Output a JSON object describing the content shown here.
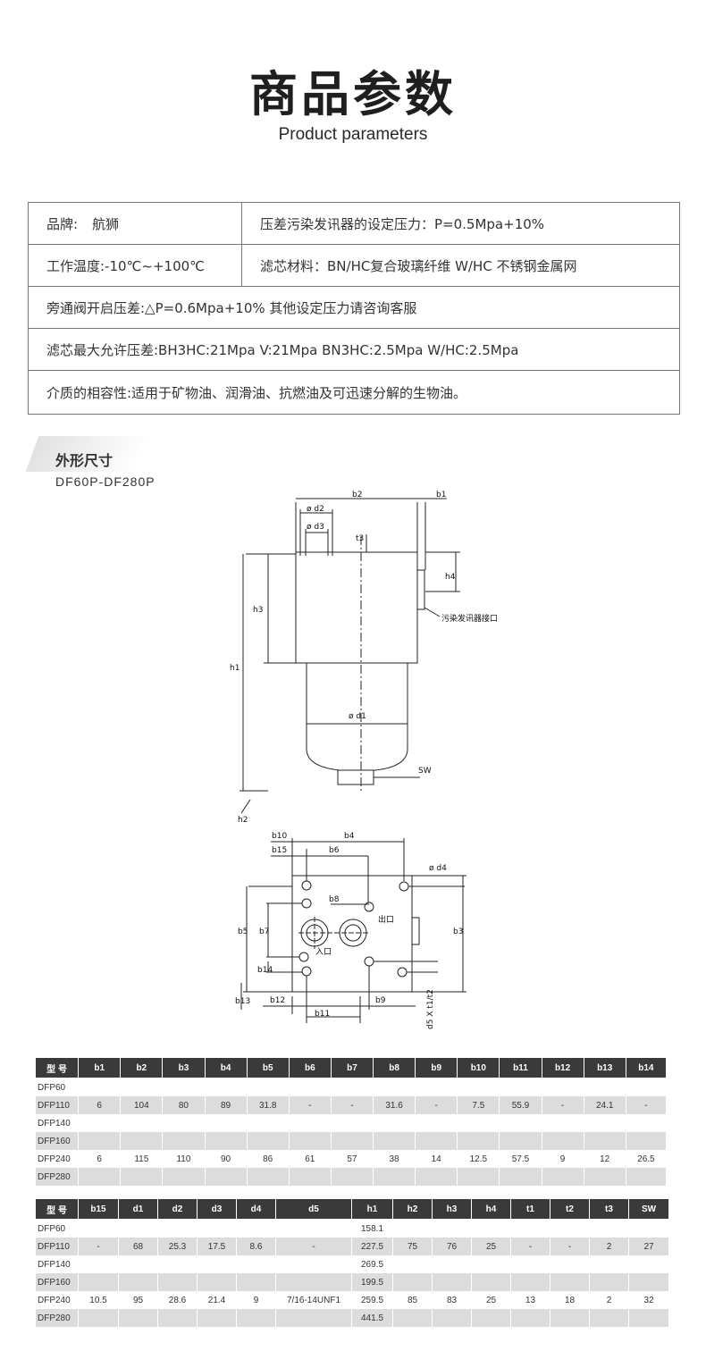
{
  "header": {
    "title": "商品参数",
    "subtitle": "Product parameters"
  },
  "params": {
    "brand_label": "品牌:",
    "brand_value": "航狮",
    "pressure_setting": "压差污染发讯器的设定压力：P=0.5Mpa+10%",
    "work_temp": "工作温度:-10℃~+100℃",
    "filter_material": "滤芯材料：BN/HC复合玻璃纤维   W/HC 不锈钢金属网",
    "bypass": "旁通阀开启压差:△P=0.6Mpa+10%  其他设定压力请咨询客服",
    "max_diff": "滤芯最大允许压差:BH3HC:21Mpa  V:21Mpa  BN3HC:2.5Mpa  W/HC:2.5Mpa",
    "compat": "介质的相容性:适用于矿物油、润滑油、抗燃油及可迅速分解的生物油。"
  },
  "dimensions": {
    "title": "外形尺寸",
    "model_range": "DF60P-DF280P"
  },
  "drawing": {
    "labels": {
      "b2": "b2",
      "b1": "b1",
      "d2": "ø d2",
      "d3": "ø d3",
      "t3": "t3",
      "h4": "h4",
      "h3": "h3",
      "h1": "h1",
      "d1": "ø d1",
      "sw": "SW",
      "h2": "h2",
      "port": "污染发讯器接口",
      "b10": "b10",
      "b4": "b4",
      "b15": "b15",
      "b6": "b6",
      "d4": "ø d4",
      "b8": "b8",
      "out": "出口",
      "b5": "b5",
      "b7": "b7",
      "b3": "b3",
      "in": "入口",
      "b14": "b14",
      "b13": "b13",
      "b12": "b12",
      "b9": "b9",
      "b11": "b11",
      "t1t2": "d5 X t1/t2"
    }
  },
  "table1": {
    "headers": [
      "型 号",
      "b1",
      "b2",
      "b3",
      "b4",
      "b5",
      "b6",
      "b7",
      "b8",
      "b9",
      "b10",
      "b11",
      "b12",
      "b13",
      "b14"
    ],
    "rows": [
      [
        "DFP60",
        "",
        "",
        "",
        "",
        "",
        "",
        "",
        "",
        "",
        "",
        "",
        "",
        "",
        ""
      ],
      [
        "DFP110",
        "6",
        "104",
        "80",
        "89",
        "31.8",
        "-",
        "-",
        "31.6",
        "-",
        "7.5",
        "55.9",
        "-",
        "24.1",
        "-"
      ],
      [
        "DFP140",
        "",
        "",
        "",
        "",
        "",
        "",
        "",
        "",
        "",
        "",
        "",
        "",
        "",
        ""
      ],
      [
        "DFP160",
        "",
        "",
        "",
        "",
        "",
        "",
        "",
        "",
        "",
        "",
        "",
        "",
        "",
        ""
      ],
      [
        "DFP240",
        "6",
        "115",
        "110",
        "90",
        "86",
        "61",
        "57",
        "38",
        "14",
        "12.5",
        "57.5",
        "9",
        "12",
        "26.5"
      ],
      [
        "DFP280",
        "",
        "",
        "",
        "",
        "",
        "",
        "",
        "",
        "",
        "",
        "",
        "",
        "",
        ""
      ]
    ]
  },
  "table2": {
    "headers": [
      "型 号",
      "b15",
      "d1",
      "d2",
      "d3",
      "d4",
      "d5",
      "h1",
      "h2",
      "h3",
      "h4",
      "t1",
      "t2",
      "t3",
      "SW"
    ],
    "rows": [
      [
        "DFP60",
        "",
        "",
        "",
        "",
        "",
        "",
        "158.1",
        "",
        "",
        "",
        "",
        "",
        "",
        ""
      ],
      [
        "DFP110",
        "-",
        "68",
        "25.3",
        "17.5",
        "8.6",
        "-",
        "227.5",
        "75",
        "76",
        "25",
        "-",
        "-",
        "2",
        "27"
      ],
      [
        "DFP140",
        "",
        "",
        "",
        "",
        "",
        "",
        "269.5",
        "",
        "",
        "",
        "",
        "",
        "",
        ""
      ],
      [
        "DFP160",
        "",
        "",
        "",
        "",
        "",
        "",
        "199.5",
        "",
        "",
        "",
        "",
        "",
        "",
        ""
      ],
      [
        "DFP240",
        "10.5",
        "95",
        "28.6",
        "21.4",
        "9",
        "7/16-14UNF1",
        "259.5",
        "85",
        "83",
        "25",
        "13",
        "18",
        "2",
        "32"
      ],
      [
        "DFP280",
        "",
        "",
        "",
        "",
        "",
        "",
        "441.5",
        "",
        "",
        "",
        "",
        "",
        "",
        ""
      ]
    ]
  }
}
